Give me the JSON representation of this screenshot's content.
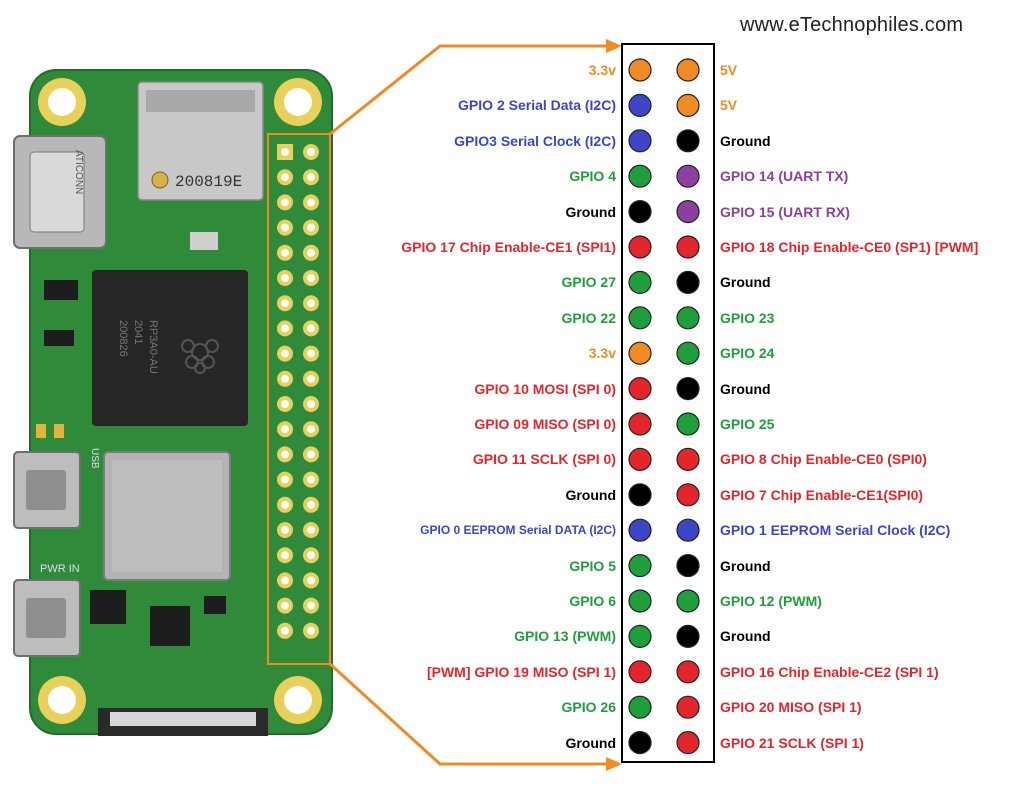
{
  "website": "www.eTechnophiles.com",
  "colors": {
    "power": "#f08a24",
    "i2c": "#3d45c8",
    "ground": "#000000",
    "gpio": "#1f9e3c",
    "uart": "#8b3fa0",
    "spi": "#e3262b",
    "board": "#2f8a3a",
    "arrow": "#f08a24"
  },
  "board": {
    "sd_card_text": "200819E",
    "chip_text": [
      "RP3A0-AU",
      "2041",
      "200826"
    ],
    "port_labels": [
      "USB",
      "PWR IN"
    ],
    "hdmi_text": "ATICONN"
  },
  "pins": [
    {
      "left": {
        "label": "3.3v",
        "type": "power"
      },
      "right": {
        "label": "5V",
        "type": "power"
      }
    },
    {
      "left": {
        "label": "GPIO 2 Serial Data (I2C)",
        "type": "i2c"
      },
      "right": {
        "label": "5V",
        "type": "power"
      }
    },
    {
      "left": {
        "label": "GPIO3 Serial Clock (I2C)",
        "type": "i2c"
      },
      "right": {
        "label": "Ground",
        "type": "ground"
      }
    },
    {
      "left": {
        "label": "GPIO 4",
        "type": "gpio"
      },
      "right": {
        "label": "GPIO 14 (UART TX)",
        "type": "uart"
      }
    },
    {
      "left": {
        "label": "Ground",
        "type": "ground"
      },
      "right": {
        "label": "GPIO 15 (UART RX)",
        "type": "uart"
      }
    },
    {
      "left": {
        "label": "GPIO 17 Chip Enable-CE1 (SPI1)",
        "type": "spi"
      },
      "right": {
        "label": "GPIO 18 Chip Enable-CE0 (SP1) [PWM]",
        "type": "spi"
      }
    },
    {
      "left": {
        "label": "GPIO 27",
        "type": "gpio"
      },
      "right": {
        "label": "Ground",
        "type": "ground"
      }
    },
    {
      "left": {
        "label": "GPIO 22",
        "type": "gpio"
      },
      "right": {
        "label": "GPIO 23",
        "type": "gpio"
      }
    },
    {
      "left": {
        "label": "3.3v",
        "type": "power"
      },
      "right": {
        "label": "GPIO 24",
        "type": "gpio"
      }
    },
    {
      "left": {
        "label": "GPIO 10 MOSI (SPI 0)",
        "type": "spi"
      },
      "right": {
        "label": "Ground",
        "type": "ground"
      }
    },
    {
      "left": {
        "label": "GPIO 09 MISO (SPI 0)",
        "type": "spi"
      },
      "right": {
        "label": "GPIO 25",
        "type": "gpio"
      }
    },
    {
      "left": {
        "label": "GPIO 11 SCLK (SPI 0)",
        "type": "spi"
      },
      "right": {
        "label": "GPIO 8 Chip Enable-CE0 (SPI0)",
        "type": "spi"
      }
    },
    {
      "left": {
        "label": "Ground",
        "type": "ground"
      },
      "right": {
        "label": "GPIO 7 Chip Enable-CE1(SPI0)",
        "type": "spi"
      }
    },
    {
      "left": {
        "label": "GPIO 0 EEPROM Serial DATA (I2C)",
        "type": "i2c",
        "small": true
      },
      "right": {
        "label": "GPIO 1 EEPROM Serial Clock (I2C)",
        "type": "i2c"
      }
    },
    {
      "left": {
        "label": "GPIO 5",
        "type": "gpio"
      },
      "right": {
        "label": "Ground",
        "type": "ground"
      }
    },
    {
      "left": {
        "label": "GPIO 6",
        "type": "gpio"
      },
      "right": {
        "label": "GPIO 12 (PWM)",
        "type": "gpio"
      }
    },
    {
      "left": {
        "label": "GPIO 13 (PWM)",
        "type": "gpio"
      },
      "right": {
        "label": "Ground",
        "type": "ground"
      }
    },
    {
      "left": {
        "label": "[PWM] GPIO 19 MISO (SPI 1)",
        "type": "spi"
      },
      "right": {
        "label": "GPIO 16 Chip Enable-CE2 (SPI 1)",
        "type": "spi"
      }
    },
    {
      "left": {
        "label": "GPIO 26",
        "type": "gpio"
      },
      "right": {
        "label": "GPIO 20 MISO (SPI 1)",
        "type": "spi"
      }
    },
    {
      "left": {
        "label": "Ground",
        "type": "ground"
      },
      "right": {
        "label": "GPIO 21 SCLK (SPI 1)",
        "type": "spi"
      }
    }
  ]
}
